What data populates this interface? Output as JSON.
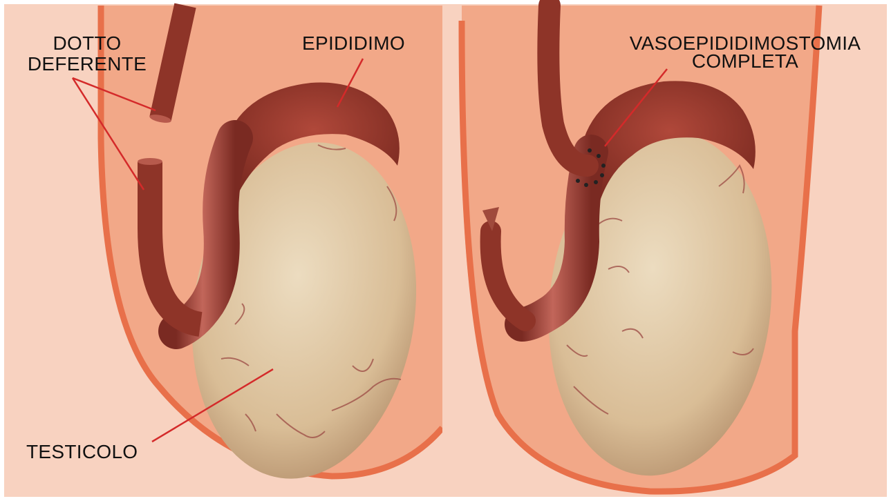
{
  "labels": {
    "vas_deferens": "DOTTO\nDEFERENTE",
    "vas_deferens_line1": "DOTTO",
    "vas_deferens_line2": "DEFERENTE",
    "epididymis": "EPIDIDIMO",
    "testicle": "TESTICOLO",
    "anastomosis_line1": "VASOEPIDIDIMOSTOMIA",
    "anastomosis_line2": "COMPLETA"
  },
  "colors": {
    "background": "#f8d2c0",
    "scrotum_fill": "#f2a888",
    "scrotum_outline": "#e8704a",
    "epididymis": "#9a3a2e",
    "testicle": "#e6cfae",
    "leader_line": "#d42a2a"
  }
}
